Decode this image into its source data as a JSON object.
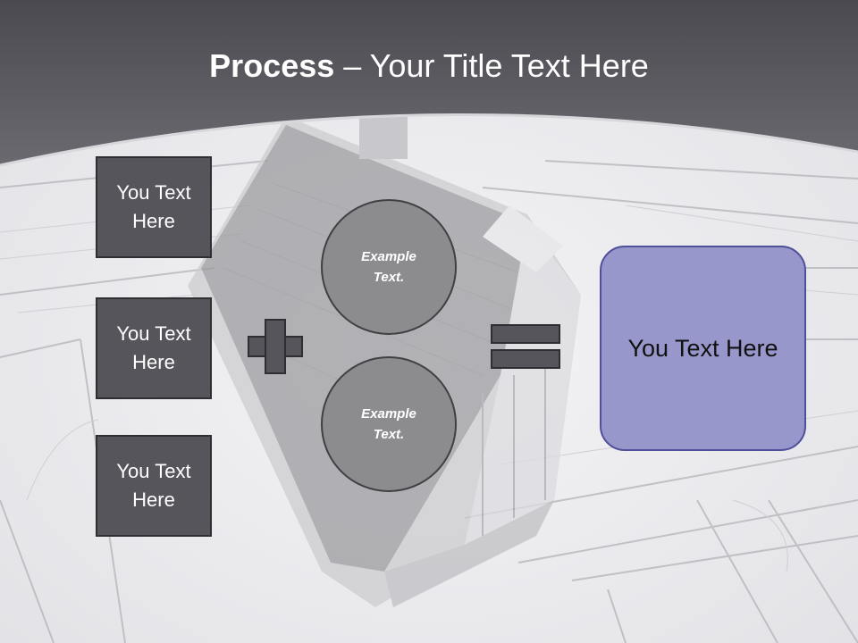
{
  "title": {
    "bold": "Process",
    "separator": " – ",
    "rest": "Your Title Text Here"
  },
  "left_boxes": [
    {
      "label": "You Text Here"
    },
    {
      "label": "You Text Here"
    },
    {
      "label": "You Text Here"
    }
  ],
  "circles": [
    {
      "label": "Example Text."
    },
    {
      "label": "Example Text."
    }
  ],
  "result": {
    "label": "You Text Here"
  },
  "icons": {
    "operator_plus": "plus-icon",
    "operator_equals": "equals-icon"
  },
  "colors": {
    "header": "#4c4c52",
    "box": "#55555b",
    "circle": "#8c8c8e",
    "result": "#9797cc"
  }
}
